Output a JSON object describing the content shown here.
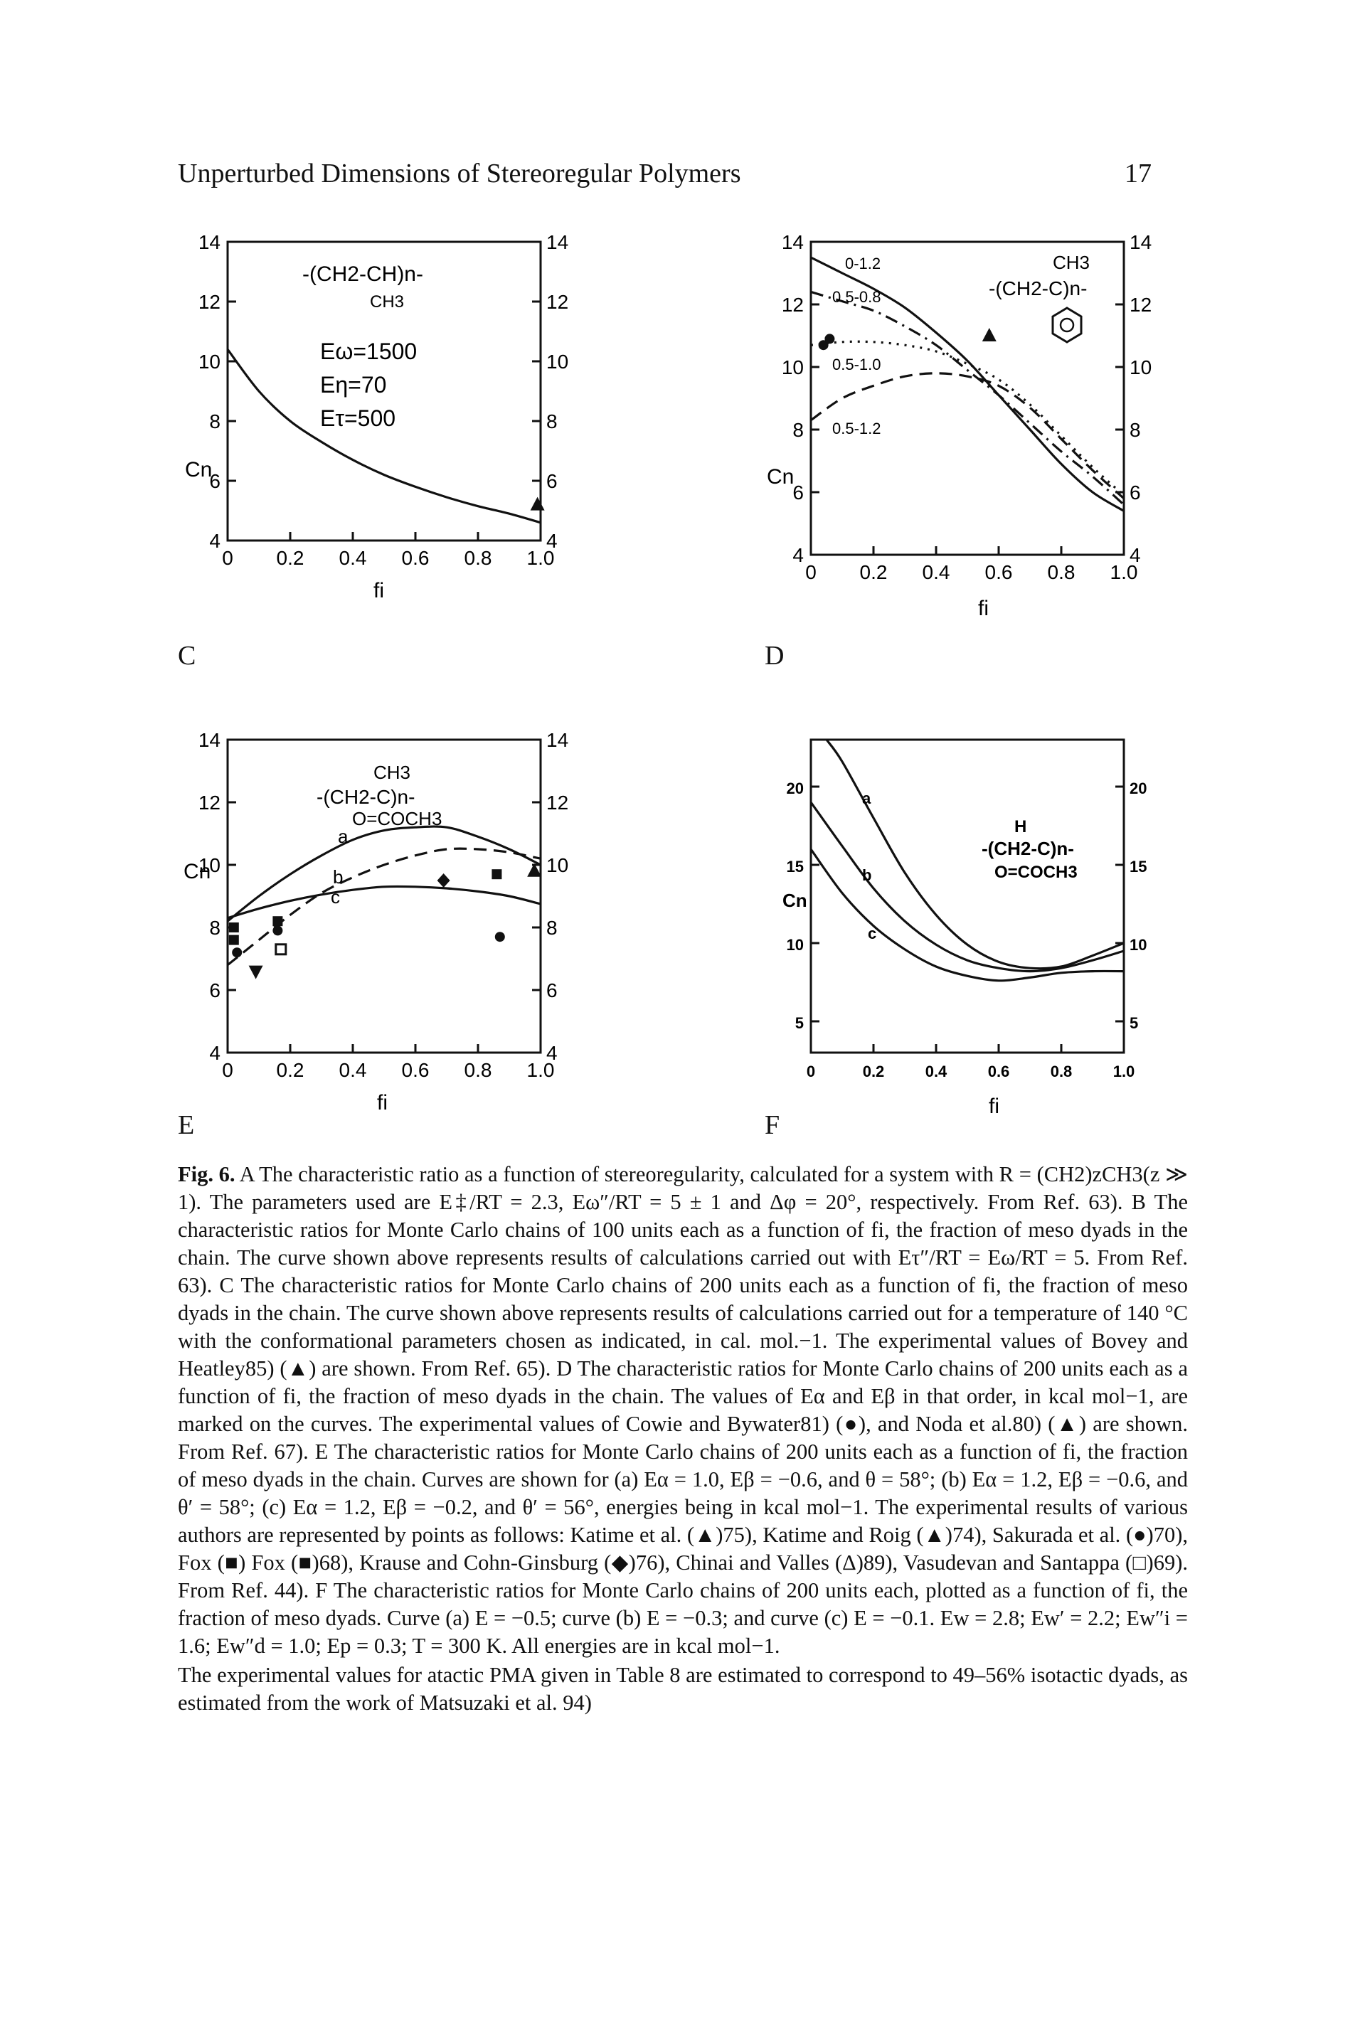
{
  "header": {
    "title": "Unperturbed Dimensions of Stereoregular Polymers",
    "page_number": "17"
  },
  "panels": {
    "C": {
      "letter": "C",
      "ylabel": "Cn",
      "xlabel": "fi",
      "x_ticks": [
        "0",
        "0.2",
        "0.4",
        "0.6",
        "0.8",
        "1.0"
      ],
      "y_ticks": [
        "4",
        "6",
        "8",
        "10",
        "12",
        "14"
      ],
      "structure": [
        "-(CH2-CH)n-",
        "CH3"
      ],
      "params": [
        "Eω=1500",
        "Eη=70",
        "Eτ=500"
      ]
    },
    "D": {
      "letter": "D",
      "ylabel": "Cn",
      "xlabel": "fi",
      "x_ticks": [
        "0",
        "0.2",
        "0.4",
        "0.6",
        "0.8",
        "1.0"
      ],
      "y_ticks": [
        "4",
        "6",
        "8",
        "10",
        "12",
        "14"
      ],
      "structure": [
        "CH3",
        "-(CH2-C)n-"
      ],
      "curve_labels": [
        "0-1.2",
        "0.5-0.8",
        "0.5-1.0",
        "0.5-1.2"
      ]
    },
    "E": {
      "letter": "E",
      "ylabel": "Cn",
      "xlabel": "fi",
      "x_ticks": [
        "0",
        "0.2",
        "0.4",
        "0.6",
        "0.8",
        "1.0"
      ],
      "y_ticks": [
        "4",
        "6",
        "8",
        "10",
        "12",
        "14"
      ],
      "structure": [
        "CH3",
        "-(CH2-C)n-",
        "O=COCH3"
      ],
      "curve_labels": [
        "a",
        "b",
        "c"
      ]
    },
    "F": {
      "letter": "F",
      "ylabel": "Cn",
      "xlabel": "fi",
      "x_ticks": [
        "0",
        "0.2",
        "0.4",
        "0.6",
        "0.8",
        "1.0"
      ],
      "y_ticks": [
        "5",
        "10",
        "15",
        "20"
      ],
      "structure": [
        "H",
        "-(CH2-C)n-",
        "O=COCH3"
      ],
      "curve_labels": [
        "a",
        "b",
        "c"
      ]
    }
  },
  "chart_data": [
    {
      "id": "C",
      "type": "line",
      "xlabel": "fi",
      "ylabel": "Cn",
      "xlim": [
        0,
        1
      ],
      "ylim": [
        4,
        14
      ],
      "grid": false,
      "series": [
        {
          "style": "solid",
          "x": [
            0,
            0.1,
            0.2,
            0.3,
            0.4,
            0.5,
            0.6,
            0.7,
            0.8,
            0.9,
            1.0
          ],
          "y": [
            10.4,
            9.0,
            8.0,
            7.3,
            6.7,
            6.2,
            5.8,
            5.45,
            5.15,
            4.9,
            4.6
          ]
        }
      ],
      "markers": [
        {
          "shape": "triangle",
          "x": [
            0.99
          ],
          "y": [
            5.2
          ]
        }
      ]
    },
    {
      "id": "D",
      "type": "line",
      "xlabel": "fi",
      "ylabel": "Cn",
      "xlim": [
        0,
        1
      ],
      "ylim": [
        4,
        14
      ],
      "grid": false,
      "series": [
        {
          "name": "0-1.2",
          "style": "solid",
          "x": [
            0,
            0.1,
            0.2,
            0.3,
            0.4,
            0.5,
            0.6,
            0.7,
            0.8,
            0.9,
            1.0
          ],
          "y": [
            13.5,
            13.0,
            12.5,
            11.9,
            11.1,
            10.2,
            9.1,
            8.0,
            6.9,
            6.0,
            5.4
          ]
        },
        {
          "name": "0.5-0.8",
          "style": "dashdot",
          "x": [
            0,
            0.1,
            0.2,
            0.3,
            0.4,
            0.5,
            0.6,
            0.7,
            0.8,
            0.9,
            1.0
          ],
          "y": [
            12.4,
            12.1,
            11.8,
            11.3,
            10.7,
            9.9,
            9.1,
            8.2,
            7.3,
            6.5,
            5.6
          ]
        },
        {
          "name": "0.5-1.0",
          "style": "dotted",
          "x": [
            0,
            0.1,
            0.2,
            0.3,
            0.4,
            0.5,
            0.6,
            0.7,
            0.8,
            0.9,
            1.0
          ],
          "y": [
            10.7,
            10.8,
            10.8,
            10.7,
            10.5,
            10.1,
            9.6,
            8.8,
            7.8,
            6.8,
            5.9
          ]
        },
        {
          "name": "0.5-1.2",
          "style": "dashed",
          "x": [
            0,
            0.1,
            0.2,
            0.3,
            0.4,
            0.5,
            0.6,
            0.7,
            0.8,
            0.9,
            1.0
          ],
          "y": [
            8.3,
            9.0,
            9.4,
            9.7,
            9.8,
            9.7,
            9.4,
            8.7,
            7.7,
            6.7,
            5.8
          ]
        }
      ],
      "markers": [
        {
          "shape": "circle",
          "x": [
            0.04,
            0.06
          ],
          "y": [
            10.7,
            10.9
          ]
        },
        {
          "shape": "triangle",
          "x": [
            0.57
          ],
          "y": [
            11.0
          ]
        }
      ]
    },
    {
      "id": "E",
      "type": "line",
      "xlabel": "fi",
      "ylabel": "Cn",
      "xlim": [
        0,
        1
      ],
      "ylim": [
        4,
        14
      ],
      "grid": false,
      "series": [
        {
          "name": "a",
          "style": "solid",
          "x": [
            0,
            0.1,
            0.2,
            0.3,
            0.4,
            0.5,
            0.6,
            0.7,
            0.8,
            0.9,
            1.0
          ],
          "y": [
            8.2,
            9.0,
            9.7,
            10.3,
            10.8,
            11.1,
            11.2,
            11.2,
            10.9,
            10.5,
            10.0
          ]
        },
        {
          "name": "b",
          "style": "dashed",
          "x": [
            0,
            0.1,
            0.2,
            0.3,
            0.4,
            0.5,
            0.6,
            0.7,
            0.8,
            0.9,
            1.0
          ],
          "y": [
            6.8,
            7.6,
            8.4,
            9.1,
            9.6,
            10.0,
            10.3,
            10.5,
            10.5,
            10.4,
            10.2
          ]
        },
        {
          "name": "c",
          "style": "solid",
          "x": [
            0,
            0.1,
            0.2,
            0.3,
            0.4,
            0.5,
            0.6,
            0.7,
            0.8,
            0.9,
            1.0
          ],
          "y": [
            8.3,
            8.6,
            8.85,
            9.05,
            9.2,
            9.3,
            9.3,
            9.25,
            9.15,
            9.0,
            8.75
          ]
        }
      ],
      "markers": [
        {
          "shape": "filled-square",
          "x": [
            0.02,
            0.02,
            0.16
          ],
          "y": [
            8.0,
            7.6,
            8.2
          ]
        },
        {
          "shape": "filled-circle",
          "x": [
            0.03,
            0.16,
            0.87
          ],
          "y": [
            7.2,
            7.9,
            7.7
          ]
        },
        {
          "shape": "open-square",
          "x": [
            0.17
          ],
          "y": [
            7.3
          ]
        },
        {
          "shape": "inverted-triangle",
          "x": [
            0.09
          ],
          "y": [
            6.6
          ]
        },
        {
          "shape": "diamond",
          "x": [
            0.69
          ],
          "y": [
            9.5
          ]
        },
        {
          "shape": "filled-square",
          "x": [
            0.86
          ],
          "y": [
            9.7
          ]
        },
        {
          "shape": "triangle",
          "x": [
            0.98
          ],
          "y": [
            9.8
          ]
        }
      ]
    },
    {
      "id": "F",
      "type": "line",
      "xlabel": "fi",
      "ylabel": "Cn",
      "xlim": [
        0,
        1
      ],
      "ylim": [
        3,
        23
      ],
      "grid": false,
      "series": [
        {
          "name": "a",
          "style": "solid",
          "x": [
            0.05,
            0.1,
            0.2,
            0.3,
            0.4,
            0.5,
            0.6,
            0.7,
            0.8,
            0.9,
            1.0
          ],
          "y": [
            23.0,
            21.6,
            18.0,
            14.5,
            11.8,
            9.9,
            8.8,
            8.4,
            8.5,
            9.2,
            10.0
          ]
        },
        {
          "name": "b",
          "style": "solid",
          "x": [
            0,
            0.1,
            0.2,
            0.3,
            0.4,
            0.5,
            0.6,
            0.7,
            0.8,
            0.9,
            1.0
          ],
          "y": [
            19.0,
            16.2,
            13.5,
            11.4,
            9.9,
            8.9,
            8.4,
            8.2,
            8.4,
            8.9,
            9.5
          ]
        },
        {
          "name": "c",
          "style": "solid",
          "x": [
            0,
            0.1,
            0.2,
            0.3,
            0.4,
            0.5,
            0.6,
            0.7,
            0.8,
            0.9,
            1.0
          ],
          "y": [
            16.0,
            13.2,
            11.1,
            9.6,
            8.5,
            7.9,
            7.6,
            7.8,
            8.1,
            8.2,
            8.2
          ]
        }
      ],
      "markers": []
    }
  ],
  "caption": {
    "label": "Fig. 6.",
    "body": "A The characteristic ratio as a function of stereoregularity, calculated for a system with R = (CH2)zCH3(z ≫ 1). The parameters used are E‡/RT = 2.3, Eω″/RT = 5 ± 1 and Δφ = 20°, respectively. From Ref. 63). B The characteristic ratios for Monte Carlo chains of 100 units each as a function of fi, the fraction of meso dyads in the chain. The curve shown above represents results of calculations carried out with Eτ″/RT = Eω/RT = 5. From Ref. 63). C The characteristic ratios for Monte Carlo chains of 200 units each as a function of fi, the fraction of meso dyads in the chain. The curve shown above represents results of calculations carried out for a temperature of 140 °C with the conformational parameters chosen as indicated, in cal. mol.−1. The experimental values of Bovey and Heatley85) (▲) are shown. From Ref. 65). D The characteristic ratios for Monte Carlo chains of 200 units each as a function of fi, the fraction of meso dyads in the chain. The values of Eα and Eβ in that order, in kcal mol−1, are marked on the curves. The experimental values of Cowie and Bywater81) (●), and Noda et al.80) (▲) are shown. From Ref. 67). E The characteristic ratios for Monte Carlo chains of 200 units each as a function of fi, the fraction of meso dyads in the chain. Curves are shown for (a) Eα = 1.0, Eβ = −0.6, and θ = 58°; (b) Eα = 1.2, Eβ = −0.6, and θ′ = 58°; (c) Eα = 1.2, Eβ = −0.2, and θ′ = 56°, energies being in kcal mol−1. The experimental results of various authors are represented by points as follows: Katime et al. (▲)75), Katime and Roig (▲)74), Sakurada et al. (●)70), Fox (■) Fox (■)68), Krause and Cohn-Ginsburg (◆)76), Chinai and Valles (Δ)89), Vasudevan and Santappa (□)69). From Ref. 44). F The characteristic ratios for Monte Carlo chains of 200 units each, plotted as a function of fi, the fraction of meso dyads. Curve (a) E = −0.5; curve (b) E = −0.3; and curve (c) E = −0.1. Ew = 2.8; Ew′ = 2.2; Ew″i = 1.6; Ew″d = 1.0; Ep = 0.3; T = 300 K. All energies are in kcal mol−1.",
    "tail": "The experimental values for atactic PMA given in Table 8 are estimated to correspond to 49–56% isotactic dyads, as estimated from the work of Matsuzaki et al. 94)"
  }
}
